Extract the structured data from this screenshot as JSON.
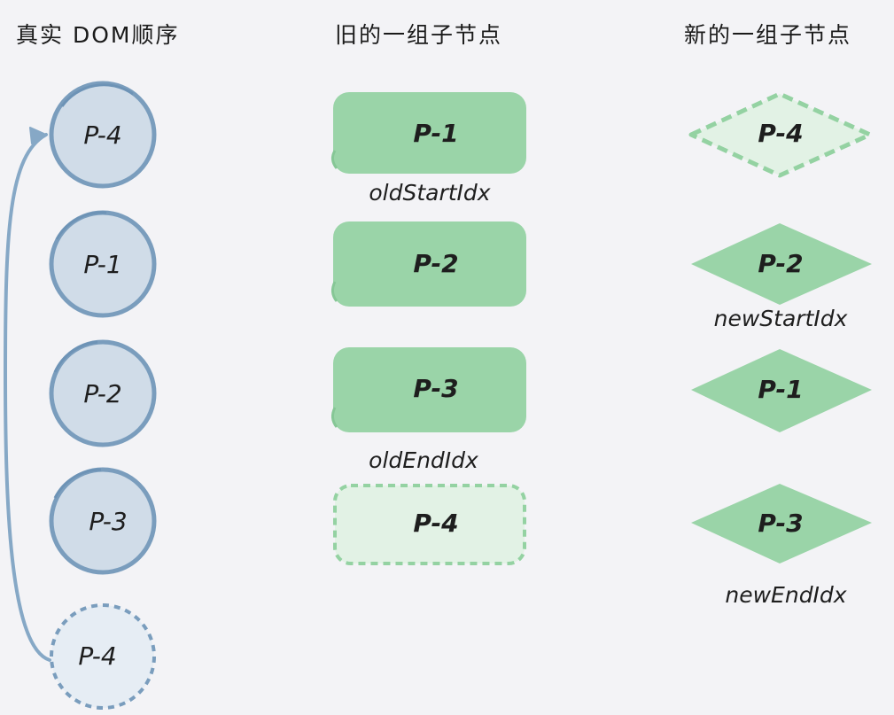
{
  "titles": {
    "real_dom": "真实 DOM顺序",
    "old_children": "旧的一组子节点",
    "new_children": "新的一组子节点"
  },
  "real_dom": [
    {
      "label": "P-4",
      "state": "normal"
    },
    {
      "label": "P-1",
      "state": "normal"
    },
    {
      "label": "P-2",
      "state": "normal"
    },
    {
      "label": "P-3",
      "state": "normal"
    },
    {
      "label": "P-4",
      "state": "moved-away"
    }
  ],
  "old_children": [
    {
      "label": "P-1",
      "state": "normal"
    },
    {
      "label": "P-2",
      "state": "normal"
    },
    {
      "label": "P-3",
      "state": "normal"
    },
    {
      "label": "P-4",
      "state": "processed"
    }
  ],
  "new_children": [
    {
      "label": "P-4",
      "state": "processed"
    },
    {
      "label": "P-2",
      "state": "normal"
    },
    {
      "label": "P-1",
      "state": "normal"
    },
    {
      "label": "P-3",
      "state": "normal"
    }
  ],
  "pointers": {
    "old_start": "oldStartIdx",
    "old_end": "oldEndIdx",
    "new_start": "newStartIdx",
    "new_end": "newEndIdx"
  },
  "colors": {
    "background": "#f3f3f6",
    "circle_fill": "#d0dce8",
    "circle_stroke": "#7a9dbd",
    "circle_ghost_fill": "#e6edf4",
    "green_fill": "#9ad4a8",
    "green_ghost_fill": "#e2f2e5",
    "green_ghost_stroke": "#94d2a2",
    "arrow": "#86a8c6"
  }
}
